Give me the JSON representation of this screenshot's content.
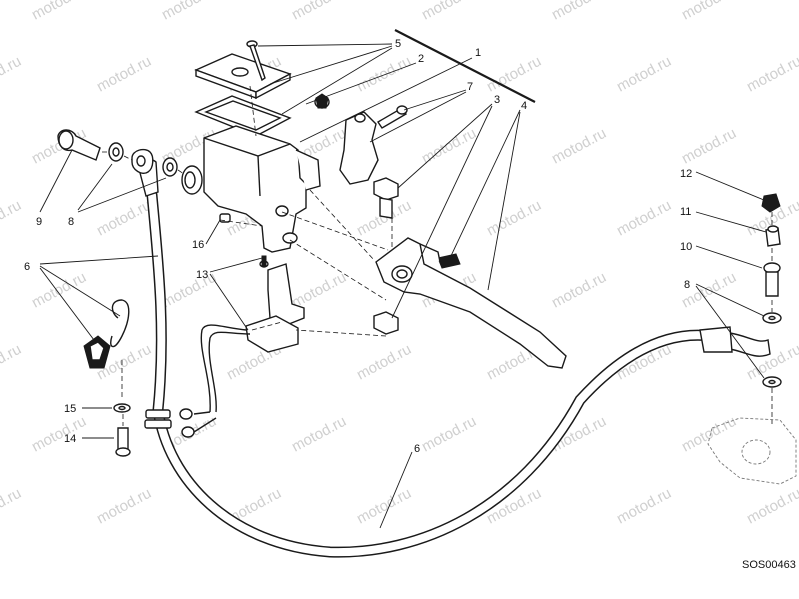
{
  "watermark": "motod.ru",
  "drawing_code": "SOS00463",
  "callouts": {
    "c1": "1",
    "c2": "2",
    "c3": "3",
    "c4": "4",
    "c5": "5",
    "c6a": "6",
    "c6b": "6",
    "c7": "7",
    "c8a": "8",
    "c8b": "8",
    "c9": "9",
    "c10": "10",
    "c11": "11",
    "c12": "12",
    "c13": "13",
    "c14": "14",
    "c15": "15",
    "c16": "16"
  },
  "colors": {
    "line": "#1a1a1a",
    "watermark": "#cfcfcf",
    "background": "#ffffff"
  }
}
